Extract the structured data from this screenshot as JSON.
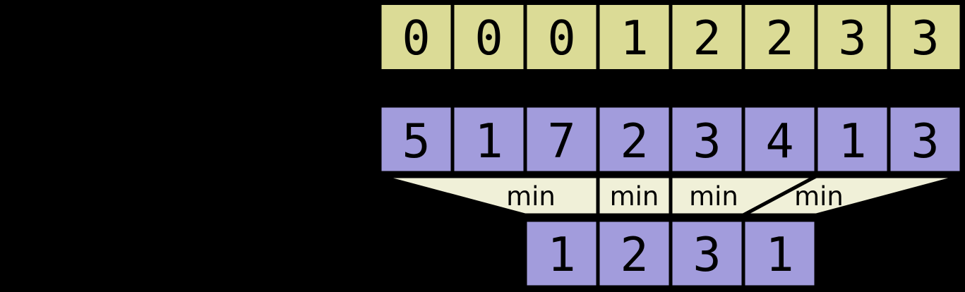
{
  "colors": {
    "background": "#000000",
    "block_index_fill": "#dbdb96",
    "array_fill": "#a29cdc",
    "min_fill": "#f0f0d8",
    "border": "#000000",
    "text": "#000000"
  },
  "block_index_row": {
    "values": [
      "0",
      "0",
      "0",
      "1",
      "2",
      "2",
      "3",
      "3"
    ]
  },
  "array_row": {
    "values": [
      "5",
      "1",
      "7",
      "2",
      "3",
      "4",
      "1",
      "3"
    ]
  },
  "min_band": {
    "labels": [
      "min",
      "min",
      "min",
      "min"
    ]
  },
  "block_min_row": {
    "values": [
      "1",
      "2",
      "3",
      "1"
    ]
  }
}
